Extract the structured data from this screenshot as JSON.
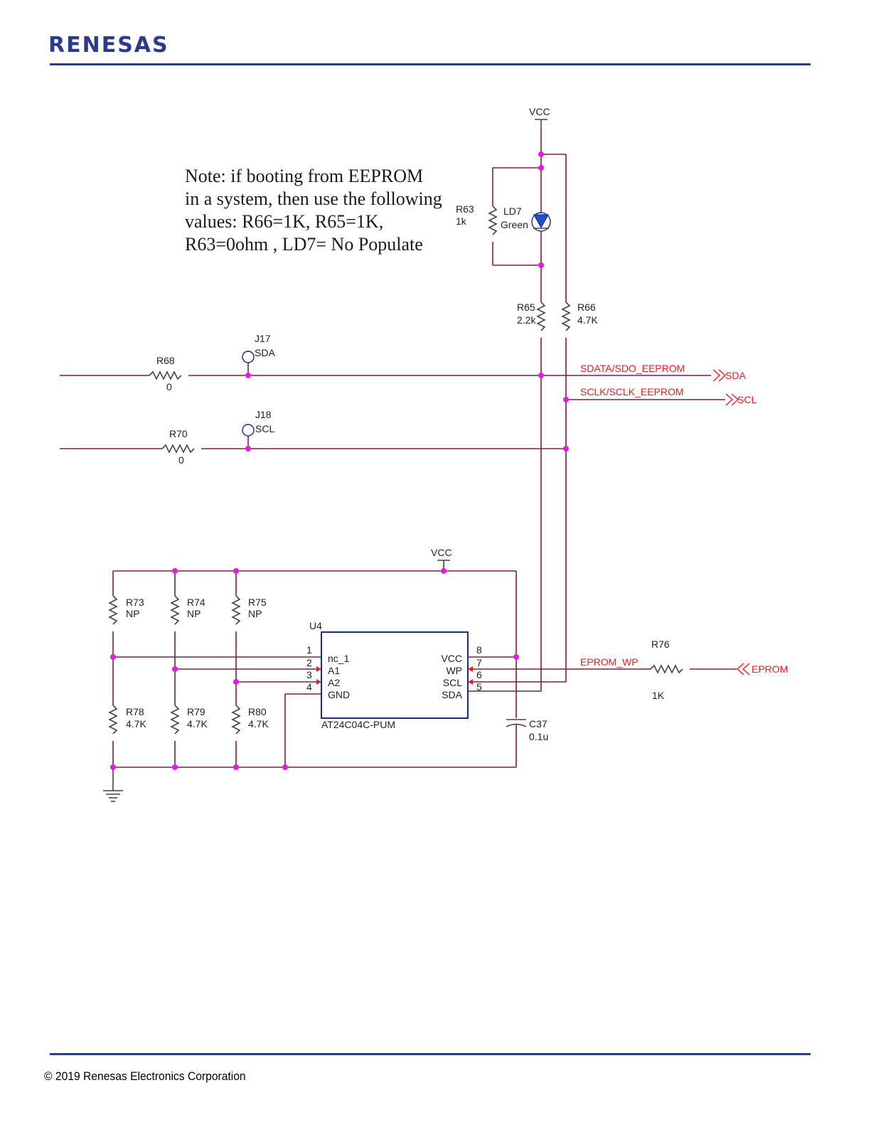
{
  "header": {
    "logo_text": "RENESAS",
    "brand_color": "#2b3990"
  },
  "footer": {
    "copyright": "© 2019 Renesas Electronics Corporation"
  },
  "note": {
    "lines": [
      "Note: if booting from EEPROM",
      "in a system, then use the following",
      "values:  R66=1K, R65=1K,",
      "R63=0ohm , LD7= No Populate"
    ]
  },
  "power": {
    "vcc_top": "VCC",
    "vcc_bottom": "VCC"
  },
  "components": {
    "r63": {
      "ref": "R63",
      "value": "1k"
    },
    "ld7": {
      "ref": "LD7",
      "value": "Green"
    },
    "r65": {
      "ref": "R65",
      "value": "2.2k"
    },
    "r66": {
      "ref": "R66",
      "value": "4.7K"
    },
    "r68": {
      "ref": "R68",
      "value": "0"
    },
    "r70": {
      "ref": "R70",
      "value": "0"
    },
    "j17": {
      "ref": "J17",
      "value": "SDA"
    },
    "j18": {
      "ref": "J18",
      "value": "SCL"
    },
    "r73": {
      "ref": "R73",
      "value": "NP"
    },
    "r74": {
      "ref": "R74",
      "value": "NP"
    },
    "r75": {
      "ref": "R75",
      "value": "NP"
    },
    "r78": {
      "ref": "R78",
      "value": "4.7K"
    },
    "r79": {
      "ref": "R79",
      "value": "4.7K"
    },
    "r80": {
      "ref": "R80",
      "value": "4.7K"
    },
    "r76": {
      "ref": "R76",
      "value": "1K"
    },
    "c37": {
      "ref": "C37",
      "value": "0.1u"
    },
    "u4": {
      "ref": "U4",
      "part": "AT24C04C-PUM",
      "left_pins": [
        {
          "num": "1",
          "name": "nc_1"
        },
        {
          "num": "2",
          "name": "A1"
        },
        {
          "num": "3",
          "name": "A2"
        },
        {
          "num": "4",
          "name": "GND"
        }
      ],
      "right_pins": [
        {
          "num": "8",
          "name": "VCC"
        },
        {
          "num": "7",
          "name": "WP"
        },
        {
          "num": "6",
          "name": "SCL"
        },
        {
          "num": "5",
          "name": "SDA"
        }
      ]
    }
  },
  "nets": {
    "sdata": "SDATA/SDO_EEPROM",
    "sda_port": "SDA",
    "sclk": "SCLK/SCLK_EEPROM",
    "scl_port": "SCL",
    "eprom_wp": "EPROM_WP",
    "eprom_port": "EPROM"
  },
  "colors": {
    "wire": "#7a1f4a",
    "net_label": "#ee1c24",
    "junction": "#e619e6",
    "chip_outline": "#1f2a80"
  }
}
